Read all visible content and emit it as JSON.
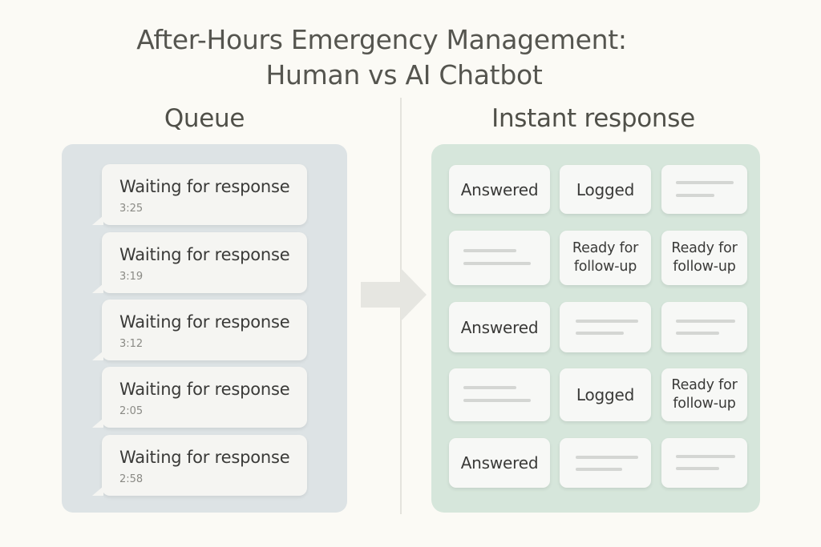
{
  "title": {
    "line1": "After-Hours Emergency Management:",
    "line2": "Human vs AI Chatbot"
  },
  "left": {
    "heading": "Queue",
    "bubbles": [
      {
        "text": "Waiting for response",
        "time": "3:25"
      },
      {
        "text": "Waiting for response",
        "time": "3:19"
      },
      {
        "text": "Waiting for response",
        "time": "3:12"
      },
      {
        "text": "Waiting for response",
        "time": "2:05"
      },
      {
        "text": "Waiting for response",
        "time": "2:58"
      }
    ]
  },
  "right": {
    "heading": "Instant response",
    "cards": [
      {
        "label": "Answered"
      },
      {
        "label": "Logged"
      },
      {
        "label": ""
      },
      {
        "label": ""
      },
      {
        "label": "Ready for follow-up"
      },
      {
        "label": "Ready for follow-up"
      },
      {
        "label": "Answered"
      },
      {
        "label": ""
      },
      {
        "label": ""
      },
      {
        "label": ""
      },
      {
        "label": "Logged"
      },
      {
        "label": "Ready for follow-up"
      },
      {
        "label": "Answered"
      },
      {
        "label": ""
      },
      {
        "label": ""
      }
    ]
  },
  "colors": {
    "background": "#fbfaf5",
    "queue_panel": "#dde3e5",
    "response_panel": "#d6e6db",
    "card": "#f7f8f6",
    "arrow": "#e6e6e1"
  }
}
